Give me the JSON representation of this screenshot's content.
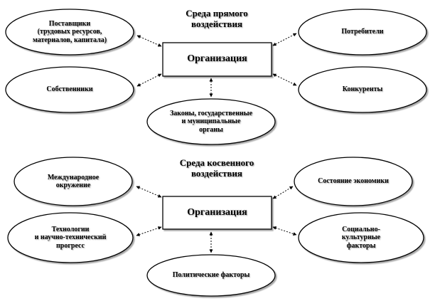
{
  "direct": {
    "title": "Среда прямого\nвоздействия",
    "organization": "Организация",
    "suppliers": "Поставщики\n(трудовых ресурсов,\nматериалов, капитала)",
    "consumers": "Потребители",
    "owners": "Собственники",
    "competitors": "Конкуренты",
    "laws": "Законы, государственные\nи муниципальные\nорганы"
  },
  "indirect": {
    "title": "Среда косвенного\nвоздействия",
    "organization": "Организация",
    "international": "Международное\nокружение",
    "economy": "Состояние экономики",
    "technology": "Технологии\nи научно-технический\nпрогресс",
    "sociocultural": "Социально-\nкультурные\nфакторы",
    "political": "Политические факторы"
  }
}
